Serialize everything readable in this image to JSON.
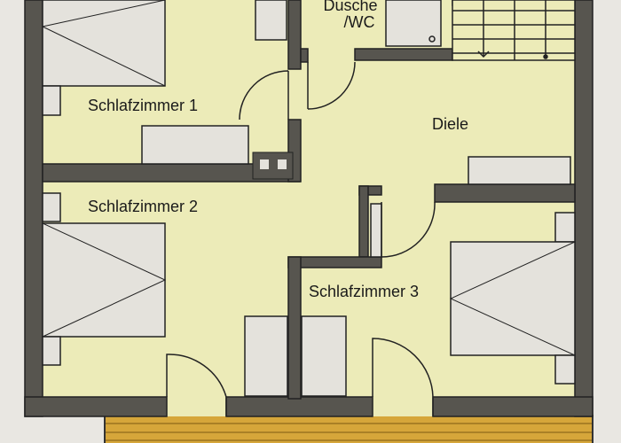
{
  "rooms": {
    "bath": {
      "label_line1": "Dusche",
      "label_line2": "/WC"
    },
    "bedroom1": {
      "label": "Schlafzimmer 1"
    },
    "hall": {
      "label": "Diele"
    },
    "bedroom2": {
      "label": "Schlafzimmer 2"
    },
    "bedroom3": {
      "label": "Schlafzimmer 3"
    }
  },
  "colors": {
    "floor": "#ecebb8",
    "wall": "#57554f",
    "furniture": "#e4e2dc",
    "balcony": "#d6a63a",
    "paper": "#e9e7e2"
  }
}
